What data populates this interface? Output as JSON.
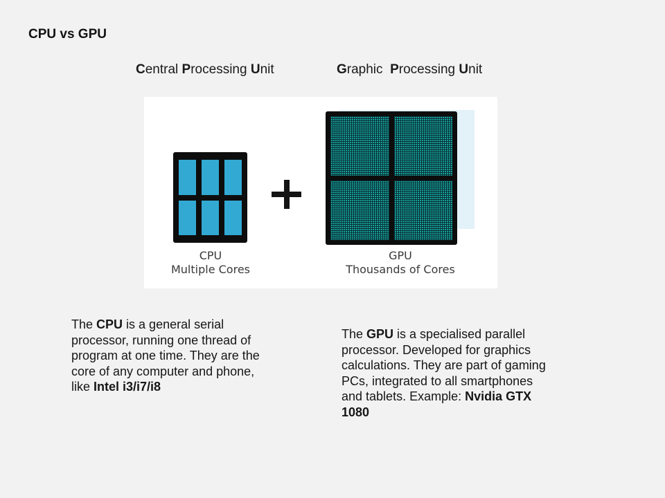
{
  "colors": {
    "bg": "#f2f2f2",
    "image-bg": "#ffffff",
    "chip-black": "#0d0d0d",
    "cpu-core-blue": "#32a9d3",
    "gpu-core-teal": "#15a29a",
    "gpu-grid-line": "#0b2f36",
    "gpu-shadow-blue": "#e3f1f9"
  },
  "title": "CPU vs GPU",
  "headings": {
    "cpu": [
      {
        "t": "C",
        "b": true
      },
      {
        "t": "entral ",
        "b": false
      },
      {
        "t": "P",
        "b": true
      },
      {
        "t": "rocessing ",
        "b": false
      },
      {
        "t": "U",
        "b": true
      },
      {
        "t": "nit",
        "b": false
      }
    ],
    "gpu": [
      {
        "t": "G",
        "b": true
      },
      {
        "t": "raphic  ",
        "b": false
      },
      {
        "t": "P",
        "b": true
      },
      {
        "t": "rocessing ",
        "b": false
      },
      {
        "t": "U",
        "b": true
      },
      {
        "t": "nit",
        "b": false
      }
    ]
  },
  "diagram": {
    "cpu_label_line1": "CPU",
    "cpu_label_line2": "Multiple Cores",
    "gpu_label_line1": "GPU",
    "gpu_label_line2": "Thousands of Cores",
    "plus_symbol": "+"
  },
  "paragraphs": {
    "cpu": [
      {
        "t": "The ",
        "b": false
      },
      {
        "t": "CPU",
        "b": true
      },
      {
        "t": " is a general serial\nprocessor, running one thread of\nprogram at one time. They are the\ncore of any computer and phone,\nlike ",
        "b": false
      },
      {
        "t": "Intel i3/i7/i8",
        "b": true
      }
    ],
    "gpu": [
      {
        "t": "The ",
        "b": false
      },
      {
        "t": "GPU",
        "b": true
      },
      {
        "t": " is a specialised parallel\nprocessor. Developed for graphics\ncalculations. They are part of gaming\nPCs, integrated to all smartphones\nand tablets. Example: ",
        "b": false
      },
      {
        "t": "Nvidia GTX\n1080",
        "b": true
      }
    ]
  }
}
